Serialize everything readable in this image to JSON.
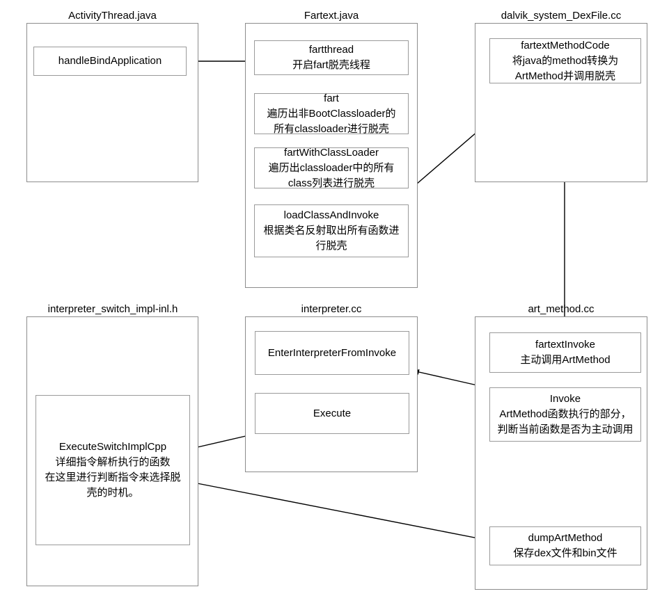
{
  "diagram": {
    "type": "flowchart",
    "title": "FART unpacking call flow across Android ART source files",
    "groups": [
      {
        "id": "activity-thread",
        "title": "ActivityThread.java",
        "nodes": [
          {
            "id": "handleBindApplication",
            "lines": [
              "handleBindApplication"
            ]
          }
        ]
      },
      {
        "id": "fartext-java",
        "title": "Fartext.java",
        "nodes": [
          {
            "id": "fartthread",
            "lines": [
              "fartthread",
              "开启fart脱壳线程"
            ]
          },
          {
            "id": "fart",
            "lines": [
              "fart",
              "遍历出非BootClassloader的",
              "所有classloader进行脱壳"
            ]
          },
          {
            "id": "fartWithClassLoader",
            "lines": [
              "fartWithClassLoader",
              "遍历出classloader中的所有",
              "class列表进行脱壳"
            ]
          },
          {
            "id": "loadClassAndInvoke",
            "lines": [
              "loadClassAndInvoke",
              "根据类名反射取出所有函数进",
              "行脱壳"
            ]
          }
        ]
      },
      {
        "id": "dalvik-dexfile",
        "title": "dalvik_system_DexFile.cc",
        "nodes": [
          {
            "id": "fartextMethodCode",
            "lines": [
              "fartextMethodCode",
              "将java的method转换为",
              "ArtMethod并调用脱壳"
            ]
          }
        ]
      },
      {
        "id": "interpreter-switch-impl",
        "title": "interpreter_switch_impl-inl.h",
        "nodes": [
          {
            "id": "ExecuteSwitchImplCpp",
            "lines": [
              "ExecuteSwitchImplCpp",
              "详细指令解析执行的函数",
              "在这里进行判断指令来选择脱",
              "壳的时机。"
            ]
          }
        ]
      },
      {
        "id": "interpreter-cc",
        "title": "interpreter.cc",
        "nodes": [
          {
            "id": "EnterInterpreterFromInvoke",
            "lines": [
              "EnterInterpreterFromInvoke"
            ]
          },
          {
            "id": "Execute",
            "lines": [
              "Execute"
            ]
          }
        ]
      },
      {
        "id": "art-method-cc",
        "title": "art_method.cc",
        "nodes": [
          {
            "id": "fartextInvoke",
            "lines": [
              "fartextInvoke",
              "主动调用ArtMethod"
            ]
          },
          {
            "id": "Invoke",
            "lines": [
              "Invoke",
              "ArtMethod函数执行的部分，",
              "判断当前函数是否为主动调用"
            ]
          },
          {
            "id": "dumpArtMethod",
            "lines": [
              "dumpArtMethod",
              "保存dex文件和bin文件"
            ]
          }
        ]
      }
    ],
    "edges": [
      {
        "from": "handleBindApplication",
        "to": "fartthread"
      },
      {
        "from": "fartthread",
        "to": "fart"
      },
      {
        "from": "fart",
        "to": "fartWithClassLoader"
      },
      {
        "from": "fartWithClassLoader",
        "to": "loadClassAndInvoke"
      },
      {
        "from": "loadClassAndInvoke",
        "to": "fartextMethodCode"
      },
      {
        "from": "fartextMethodCode",
        "to": "fartextInvoke"
      },
      {
        "from": "fartextInvoke",
        "to": "Invoke"
      },
      {
        "from": "Invoke",
        "to": "EnterInterpreterFromInvoke"
      },
      {
        "from": "EnterInterpreterFromInvoke",
        "to": "Execute"
      },
      {
        "from": "Execute",
        "to": "ExecuteSwitchImplCpp"
      },
      {
        "from": "ExecuteSwitchImplCpp",
        "to": "dumpArtMethod"
      }
    ],
    "colors": {
      "background": "#ffffff",
      "group_border": "#8c8c8c",
      "node_border": "#9a9a9a",
      "edge": "#000000",
      "text": "#000000"
    }
  }
}
